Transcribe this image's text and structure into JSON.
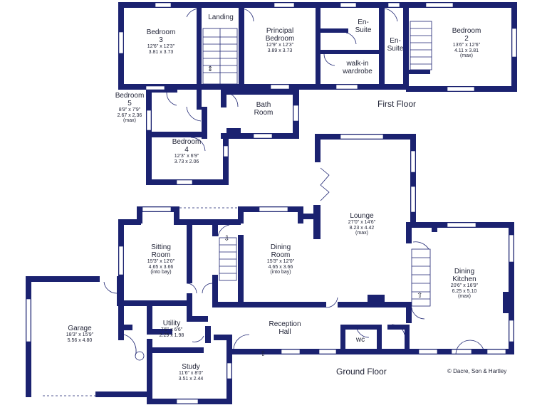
{
  "floors": {
    "first_floor_label": "First Floor",
    "ground_floor_label": "Ground Floor"
  },
  "copyright": "© Dacre, Son & Hartley",
  "rooms": {
    "bedroom3": {
      "name1": "Bedroom",
      "name2": "3",
      "dim_imp": "12'6\" x 12'3\"",
      "dim_met": "3.81 x 3.73"
    },
    "landing": {
      "name1": "Landing"
    },
    "principal": {
      "name1": "Principal",
      "name2": "Bedroom",
      "dim_imp": "12'9\" x 12'3\"",
      "dim_met": "3.89 x 3.73"
    },
    "ensuite1": {
      "name1": "En-",
      "name2": "Suite"
    },
    "ensuite2": {
      "name1": "En-",
      "name2": "Suite"
    },
    "wardrobe": {
      "name1": "walk-in",
      "name2": "wardrobe"
    },
    "bedroom2": {
      "name1": "Bedroom",
      "name2": "2",
      "dim_imp": "13'6\" x 12'6\"",
      "dim_met": "4.11 x 3.81",
      "note": "(max)"
    },
    "bedroom5": {
      "name1": "Bedroom",
      "name2": "5",
      "dim_imp": "8'9\" x 7'9\"",
      "dim_met": "2.67 x 2.36",
      "note": "(max)"
    },
    "bathroom": {
      "name1": "Bath",
      "name2": "Room"
    },
    "bedroom4": {
      "name1": "Bedroom",
      "name2": "4",
      "dim_imp": "12'3\" x 6'9\"",
      "dim_met": "3.73 x 2.06"
    },
    "lounge": {
      "name1": "Lounge",
      "dim_imp": "27'0\" x 14'6\"",
      "dim_met": "8.23 x 4.42",
      "note": "(max)"
    },
    "sitting": {
      "name1": "Sitting",
      "name2": "Room",
      "dim_imp": "15'3\" x 12'0\"",
      "dim_met": "4.65 x 3.66",
      "note": "(into bay)"
    },
    "dining": {
      "name1": "Dining",
      "name2": "Room",
      "dim_imp": "15'3\" x 12'0\"",
      "dim_met": "4.65 x 3.66",
      "note": "(into bay)"
    },
    "kitchen": {
      "name1": "Dining",
      "name2": "Kitchen",
      "dim_imp": "20'6\" x 16'9\"",
      "dim_met": "6.25 x 5.10",
      "note": "(max)"
    },
    "garage": {
      "name1": "Garage",
      "dim_imp": "18'3\" x 15'9\"",
      "dim_met": "5.56 x 4.80"
    },
    "utility": {
      "name1": "Utility",
      "dim_imp": "7'6\" x 6'6\"",
      "dim_met": "2.29 x 1.98"
    },
    "reception": {
      "name1": "Reception",
      "name2": "Hall"
    },
    "wc": {
      "name1": "wc"
    },
    "study": {
      "name1": "Study",
      "dim_imp": "11'6\" x 8'0\"",
      "dim_met": "3.51 x 2.44"
    }
  }
}
